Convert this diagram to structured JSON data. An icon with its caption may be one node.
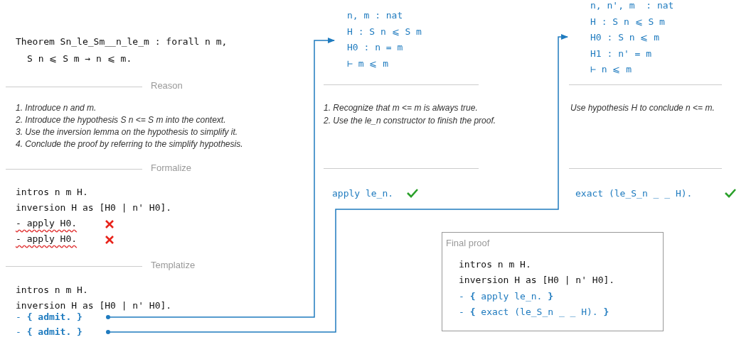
{
  "diagram": {
    "nodes": [
      {
        "text": [
          "- **{ admit. }**"
        ]
      },
      {
        "text": [
          "- **{ admit. }**"
        ]
      },
      {
        "text": [
          "n, m : nat",
          "H : S n ⩽ S m",
          "H0 : n = m",
          "⊢ m ⩽ m"
        ]
      },
      {
        "text": [
          "n, n', m  : nat",
          "H : S n ⩽ S m",
          "H0 : S n ⩽ m",
          "H1 : n' = m",
          "⊢ n ⩽ m"
        ]
      },
      {
        "text": [
          "Final proof",
          "intros n m H.",
          "inversion H as [H0 | n' H0].",
          "- **{** apply le_n. **}**",
          "- **{** exact (le_S_n _ _ H). **}**"
        ]
      }
    ],
    "edges": [
      {
        "from": 0,
        "to": 2,
        "arrow": "to"
      },
      {
        "from": 1,
        "to": 3,
        "arrow": "to"
      }
    ],
    "labels": [
      "Theorem Sn_le_Sm__n_le_m : forall n m, S n ⩽ S m → n ⩽ m.",
      "Reason",
      "1. Introduce n and m.",
      "2. Introduce the hypothesis S n <= S m into the context.",
      "3. Use the inversion lemma on the hypothesis to simplify it.",
      "4. Conclude the proof by referring to the simplify hypothesis.",
      "Formalize",
      "intros n m H.",
      "inversion H as [H0 | n' H0].",
      "- apply H0.",
      "- apply H0.",
      "Templatize",
      "intros n m H.",
      "inversion H as [H0 | n' H0].",
      "1. Recognize that m <= m is always true.",
      "2. Use the le_n constructor to finish the proof.",
      "apply le_n.",
      "Use hypothesis H to conclude n <= m.",
      "exact (le_S_n _ _ H)."
    ]
  }
}
